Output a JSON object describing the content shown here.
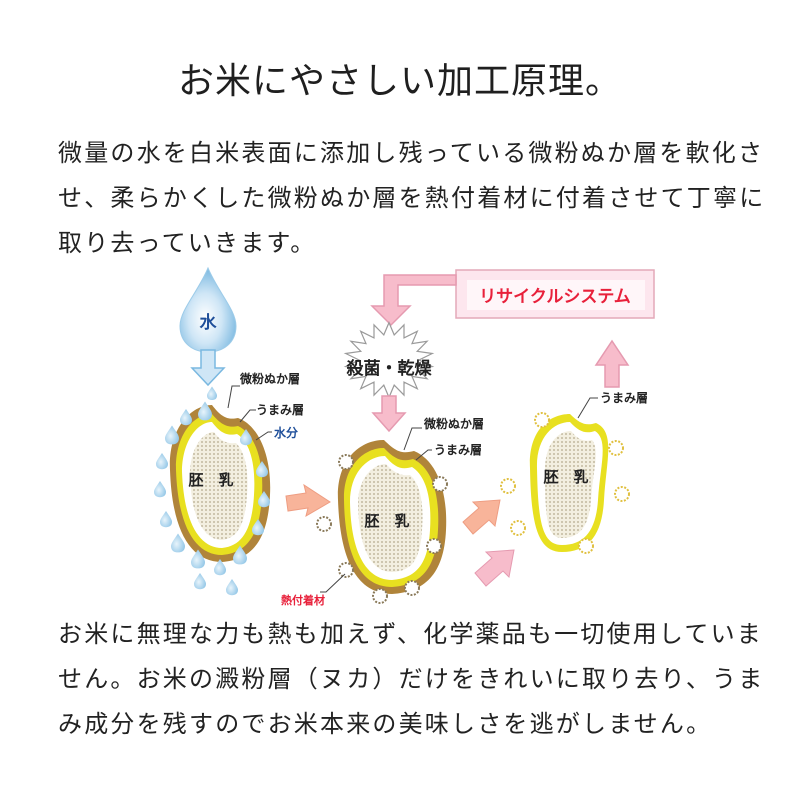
{
  "title": "お米にやさしい加工原理。",
  "intro_lines": [
    "微量の水を白米表面に添加し残っている微粉ぬか層を軟化さ",
    "せ、柔らかくした微粉ぬか層を熱付着材に付着させて丁寧に",
    "取り去っていきます。"
  ],
  "diagram": {
    "water_label": "水",
    "recycle_label": "リサイクルシステム",
    "sterilize_label": "殺菌・乾燥",
    "grain1": {
      "center_label": "胚　乳",
      "bran_label": "微粉ぬか層",
      "umami_label": "うまみ層",
      "moisture_label": "水分"
    },
    "grain2": {
      "center_label": "胚　乳",
      "bran_label": "微粉ぬか層",
      "umami_label": "うまみ層",
      "heat_label": "熱付着材"
    },
    "grain3": {
      "center_label": "胚　乳",
      "umami_label": "うまみ層"
    },
    "colors": {
      "water_blue": "#7ab8e0",
      "bran_brown": "#b0843a",
      "umami_yellow": "#e8e020",
      "recycle_red": "#e8203a",
      "recycle_bg": "#fde6ee",
      "arrow_salmon": "#f8b49a",
      "arrow_pink": "#f7bccb",
      "arrow_blue": "#b8daf0"
    }
  },
  "closing_lines": [
    "お米に無理な力も熱も加えず、化学薬品も一切使用していま",
    "せん。お米の澱粉層（ヌカ）だけをきれいに取り去り、うま",
    "み成分を残すのでお米本来の美味しさを逃がしません。"
  ]
}
